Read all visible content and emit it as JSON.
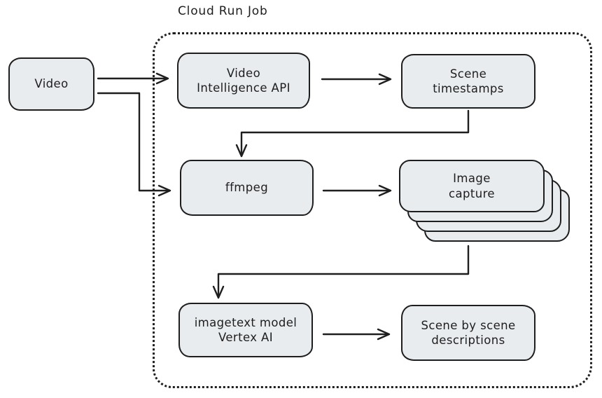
{
  "diagram": {
    "title": "Cloud Run Job",
    "colors": {
      "stroke": "#1e1e1e",
      "node_fill": "#e9ecef",
      "canvas_bg": "#ffffff"
    },
    "nodes": [
      {
        "id": "video",
        "lines": [
          "Video"
        ]
      },
      {
        "id": "video-intelligence-api",
        "lines": [
          "Video",
          "Intelligence API"
        ]
      },
      {
        "id": "scene-timestamps",
        "lines": [
          "Scene",
          "timestamps"
        ]
      },
      {
        "id": "ffmpeg",
        "lines": [
          "ffmpeg"
        ]
      },
      {
        "id": "image-capture",
        "lines": [
          "Image",
          "capture"
        ],
        "stacked": true,
        "stack_count": 4
      },
      {
        "id": "imagetext-vertex-ai",
        "lines": [
          "imagetext model",
          "Vertex AI"
        ]
      },
      {
        "id": "scene-by-scene-descriptions",
        "lines": [
          "Scene by scene",
          "descriptions"
        ]
      }
    ],
    "edges": [
      {
        "from": "video",
        "to": "video-intelligence-api"
      },
      {
        "from": "video",
        "to": "ffmpeg"
      },
      {
        "from": "video-intelligence-api",
        "to": "scene-timestamps"
      },
      {
        "from": "scene-timestamps",
        "to": "ffmpeg"
      },
      {
        "from": "ffmpeg",
        "to": "image-capture"
      },
      {
        "from": "image-capture",
        "to": "imagetext-vertex-ai"
      },
      {
        "from": "imagetext-vertex-ai",
        "to": "scene-by-scene-descriptions"
      }
    ]
  }
}
